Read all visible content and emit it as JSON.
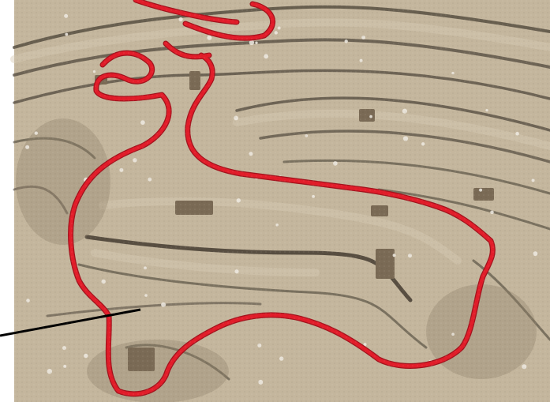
{
  "image": {
    "subject": "",
    "colors": {
      "cardboard": "#c4b69d",
      "cardboard_light": "#d6cab4",
      "cardboard_shadow": "#8e806a",
      "contour_dark": "#4a4236",
      "string": "#e21d2a",
      "string_dark": "#a3131d",
      "pin_head": "#eeeae2",
      "block": "#7a6a55",
      "pointer_line": "#000000",
      "margin": "#ffffff"
    },
    "elements": [
      {
        "name": "contour-terrace",
        "count": 14
      },
      {
        "name": "red-string-loop",
        "count": 2
      },
      {
        "name": "pin",
        "count": 60
      },
      {
        "name": "small-block",
        "count": 8
      },
      {
        "name": "pointer-line",
        "count": 1
      }
    ]
  }
}
